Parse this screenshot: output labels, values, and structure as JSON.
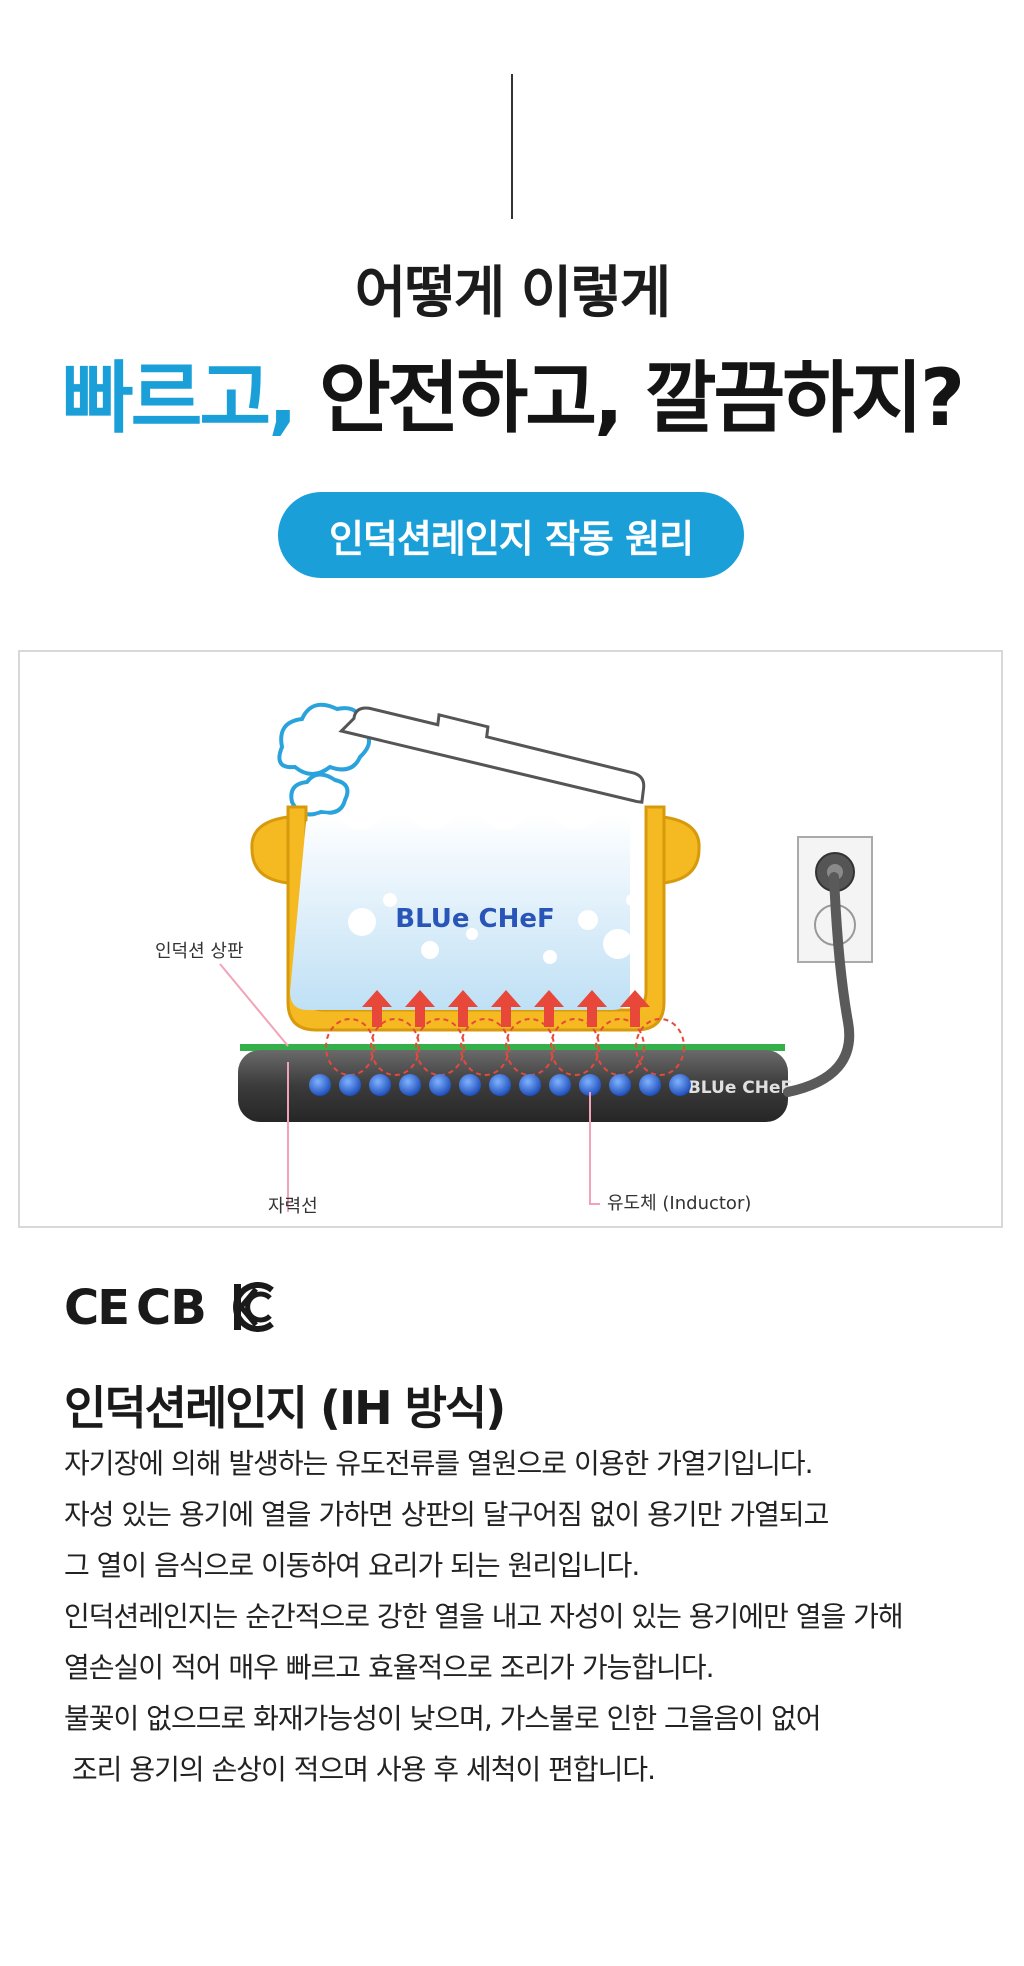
{
  "headline": {
    "line1": "어떻게 이렇게",
    "line2_highlight": "빠르고,",
    "line2_rest": " 안전하고, 깔끔하지?"
  },
  "badge": {
    "label": "인덕션레인지 작동 원리"
  },
  "diagram": {
    "brand_pot": "BLUe CHeF",
    "brand_plate": "BLUe CHeF",
    "label_top_plate": "인덕션 상판",
    "label_magnetic": "자력선",
    "label_inductor": "유도체 (Inductor)"
  },
  "cert_marks": {
    "ce": "CE",
    "cb": "CB",
    "kc": "KC"
  },
  "info": {
    "title": "인덕션레인지 (IH 방식)",
    "lines": [
      "자기장에 의해 발생하는 유도전류를 열원으로 이용한 가열기입니다.",
      "자성 있는 용기에 열을 가하면 상판의 달구어짐 없이 용기만 가열되고",
      "그 열이 음식으로 이동하여 요리가 되는 원리입니다.",
      "인덕션레인지는 순간적으로 강한 열을 내고 자성이 있는 용기에만 열을 가해",
      "열손실이 적어 매우 빠르고 효율적으로 조리가 가능합니다.",
      "불꽃이 없으므로 화재가능성이 낮으며, 가스불로 인한 그을음이 없어",
      " 조리 용기의 손상이 적으며 사용 후 세척이 편합니다."
    ]
  },
  "colors": {
    "accent": "#1a9fd9",
    "pot_yellow": "#f5b921",
    "water_blue": "#cfe9f8",
    "arrow_red": "#e8483a",
    "plate_dark": "#3a3a3a",
    "coil_blue": "#1f5fd0"
  }
}
